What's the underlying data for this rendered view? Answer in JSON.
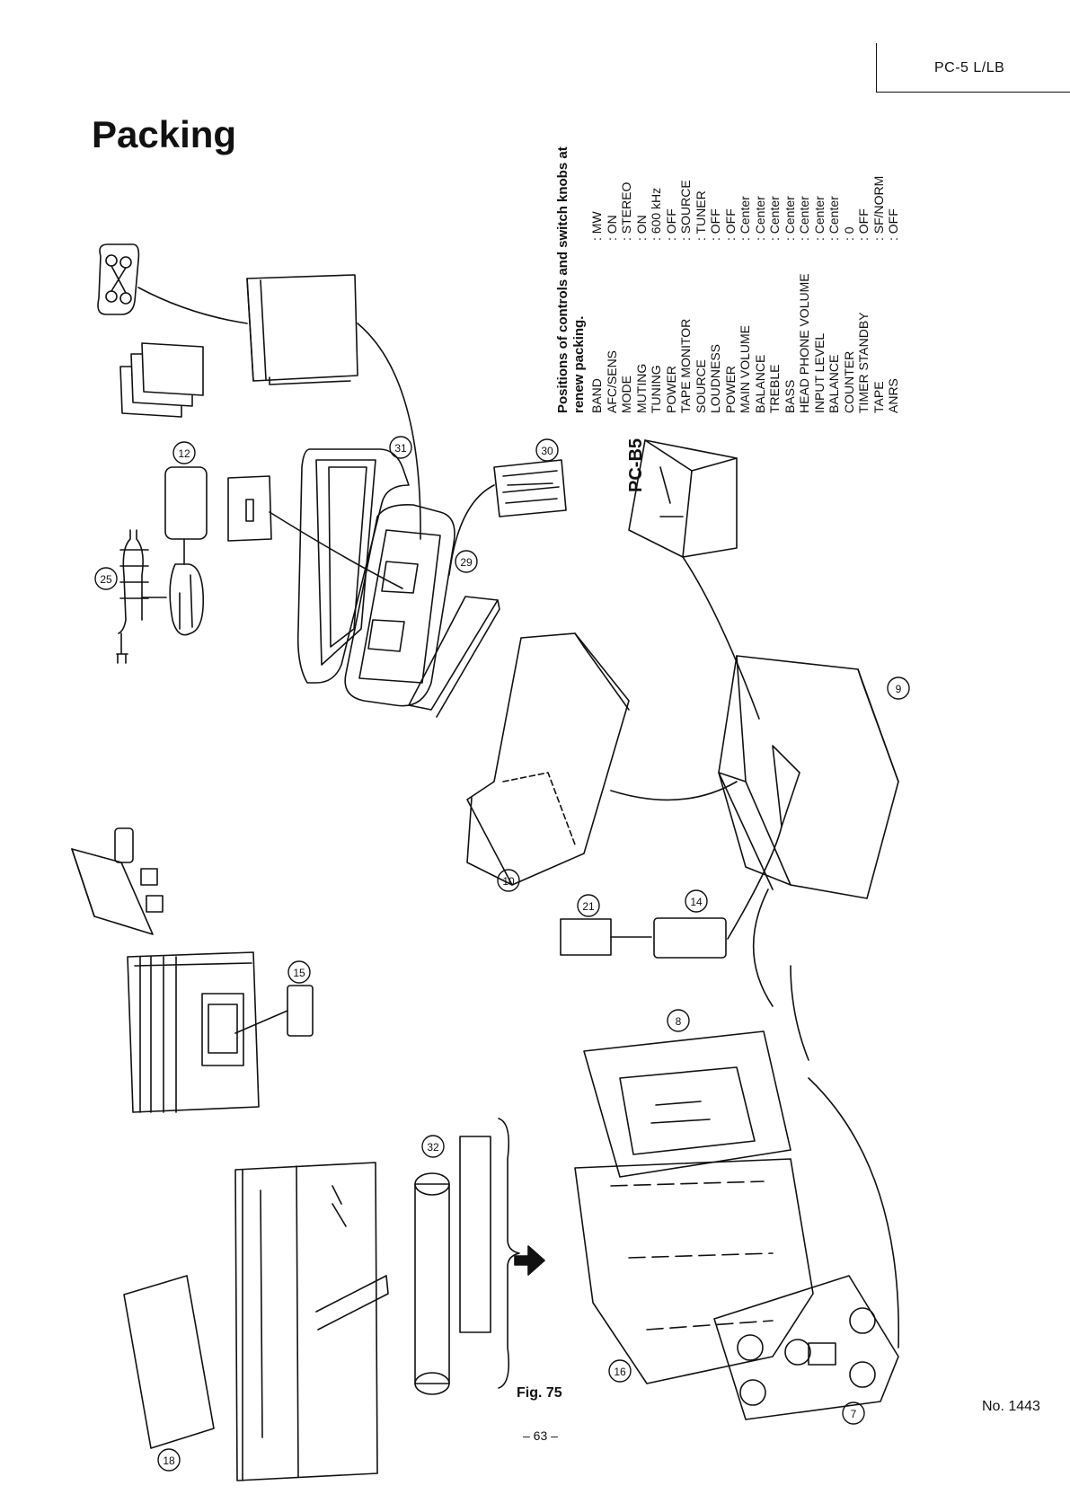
{
  "header": {
    "model": "PC-5 L/LB"
  },
  "title": "Packing",
  "settings": {
    "heading": "Positions of controls and switch knobs at renew packing.",
    "rows": [
      {
        "k": "BAND",
        "v": ": MW"
      },
      {
        "k": "AFC/SENS",
        "v": ": ON"
      },
      {
        "k": "MODE",
        "v": ": STEREO"
      },
      {
        "k": "MUTING",
        "v": ": ON"
      },
      {
        "k": "TUNING",
        "v": ": 600 kHz"
      },
      {
        "k": "POWER",
        "v": ": OFF"
      },
      {
        "k": "TAPE MONITOR",
        "v": ": SOURCE"
      },
      {
        "k": "SOURCE",
        "v": ": TUNER"
      },
      {
        "k": "LOUDNESS",
        "v": ": OFF"
      },
      {
        "k": "POWER",
        "v": ": OFF"
      },
      {
        "k": "MAIN VOLUME",
        "v": ": Center"
      },
      {
        "k": "BALANCE",
        "v": ": Center"
      },
      {
        "k": "TREBLE",
        "v": ": Center"
      },
      {
        "k": "BASS",
        "v": ": Center"
      },
      {
        "k": "HEAD PHONE VOLUME",
        "v": ": Center"
      },
      {
        "k": "INPUT LEVEL",
        "v": ": Center"
      },
      {
        "k": "BALANCE",
        "v": ": Center"
      },
      {
        "k": "COUNTER",
        "v": ": 0"
      },
      {
        "k": "TIMER STANDBY",
        "v": ": OFF"
      },
      {
        "k": "TAPE",
        "v": ": SF/NORM"
      },
      {
        "k": "ANRS",
        "v": ": OFF"
      }
    ]
  },
  "unit_label": "PC-B5",
  "callouts": [
    "31",
    "12",
    "25",
    "29",
    "30",
    "9",
    "10",
    "21",
    "14",
    "15",
    "8",
    "32",
    "18",
    "16",
    "7"
  ],
  "figure_caption": "Fig. 75",
  "page_number": "– 63 –",
  "doc_number": "No. 1443"
}
